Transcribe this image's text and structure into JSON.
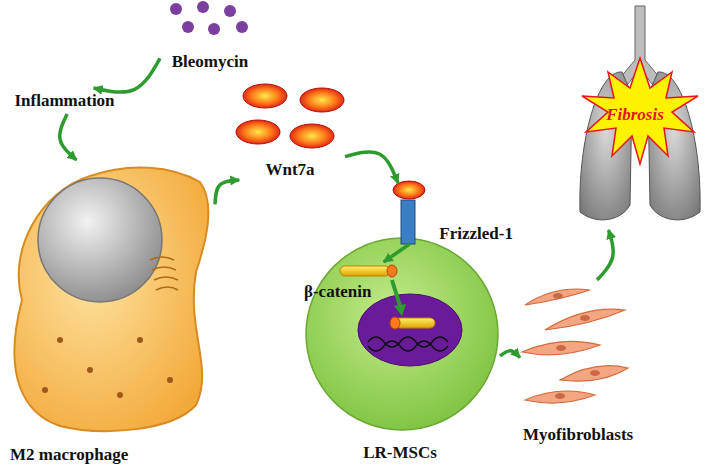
{
  "diagram": {
    "nodes": [
      {
        "text": [
          "Bleomycin"
        ]
      },
      {
        "text": [
          "Inflammation"
        ]
      },
      {
        "text": [
          "M2 macrophage"
        ]
      },
      {
        "text": [
          "Wnt7a"
        ]
      },
      {
        "text": [
          "LR-MSCs"
        ]
      },
      {
        "text": [
          "Frizzled-1"
        ]
      },
      {
        "text": [
          "β-catenin"
        ],
        "in": 4
      },
      {
        "text": [
          "Myofibroblasts"
        ]
      },
      {
        "text": [
          "Fibrosis"
        ]
      }
    ],
    "edges": [
      {
        "from": 0,
        "to": 1,
        "arrow": "to"
      },
      {
        "from": 1,
        "to": 2,
        "arrow": "to"
      },
      {
        "from": 2,
        "to": 3,
        "arrow": "to"
      },
      {
        "from": 3,
        "to": 5,
        "arrow": "to"
      },
      {
        "from": 5,
        "to": 6,
        "arrow": "to"
      },
      {
        "from": 4,
        "to": 7,
        "arrow": "to"
      },
      {
        "from": 7,
        "to": 8,
        "arrow": "to"
      }
    ]
  }
}
